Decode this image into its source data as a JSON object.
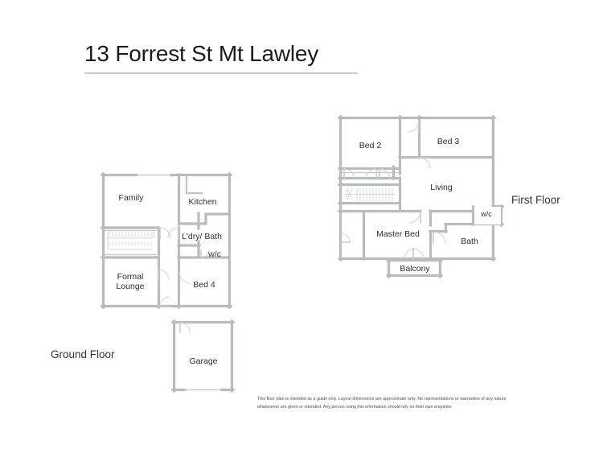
{
  "document": {
    "title": "13 Forrest St Mt Lawley"
  },
  "captions": {
    "ground_floor": "Ground Floor",
    "first_floor": "First Floor"
  },
  "ground_floor": {
    "rooms": [
      {
        "name": "family",
        "label": "Family"
      },
      {
        "name": "kitchen",
        "label": "Kitchen"
      },
      {
        "name": "ldry-bath",
        "label": "L'dry/ Bath"
      },
      {
        "name": "wc",
        "label": "w/c"
      },
      {
        "name": "formal-lounge",
        "label": "Formal\nLounge"
      },
      {
        "name": "bed-4",
        "label": "Bed 4"
      },
      {
        "name": "garage",
        "label": "Garage"
      }
    ],
    "labels": {
      "family": "Family",
      "kitchen": "Kitchen",
      "ldry_bath": "L'dry/ Bath",
      "wc": "w/c",
      "formal_lounge_line1": "Formal",
      "formal_lounge_line2": "Lounge",
      "bed4": "Bed 4",
      "garage": "Garage"
    }
  },
  "first_floor": {
    "labels": {
      "bed2": "Bed 2",
      "bed3": "Bed 3",
      "living": "Living",
      "master_bed": "Master Bed",
      "bath": "Bath",
      "wc": "w/c",
      "balcony": "Balcony"
    }
  },
  "disclaimer": {
    "line1": "This floor plan is intended as a guide only. Layout dimensions are approximate only. No representations or warranties of any nature",
    "line2": "whatsoever are given or intended. Any person using this information should rely on their own enquiries"
  },
  "colors": {
    "wall": "#b8bcbb",
    "wall_light": "#c9cdcc",
    "door_arc": "#d2d6d5",
    "text": "#2e2e2e",
    "rule": "#c9c9c9",
    "background": "#ffffff"
  }
}
